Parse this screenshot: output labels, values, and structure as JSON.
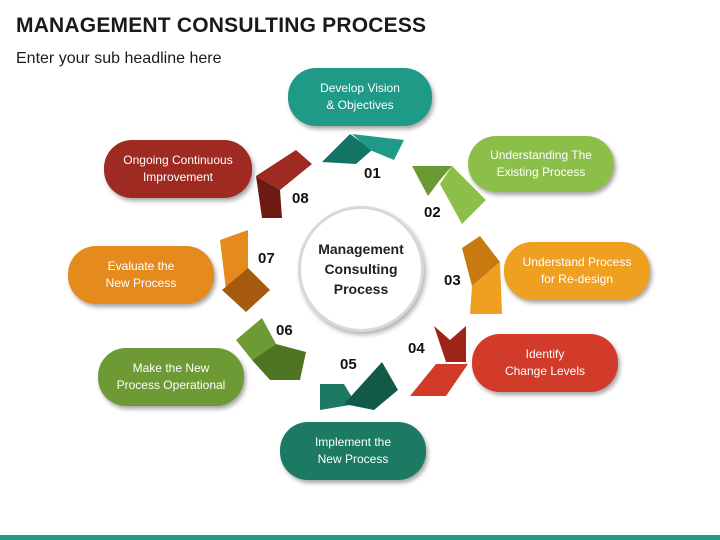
{
  "header": {
    "title": "MANAGEMENT CONSULTING PROCESS",
    "subtitle": "Enter your sub headline here"
  },
  "center": {
    "line1": "Management",
    "line2": "Consulting",
    "line3": "Process"
  },
  "steps": [
    {
      "number": "01",
      "line1": "Develop Vision",
      "line2": "& Objectives",
      "color": "#1e9a86",
      "dark": "#137466"
    },
    {
      "number": "02",
      "line1": "Understanding The",
      "line2": "Existing Process",
      "color": "#8cbf4a",
      "dark": "#6a9a33"
    },
    {
      "number": "03",
      "line1": "Understand Process",
      "line2": "for Re-design",
      "color": "#f0a020",
      "dark": "#c87a10"
    },
    {
      "number": "04",
      "line1": "Identify",
      "line2": "Change Levels",
      "color": "#d23a2a",
      "dark": "#9e2418"
    },
    {
      "number": "05",
      "line1": "Implement the",
      "line2": "New Process",
      "color": "#1d7a62",
      "dark": "#125a48"
    },
    {
      "number": "06",
      "line1": "Make the New",
      "line2": "Process Operational",
      "color": "#6e9a35",
      "dark": "#4e7524"
    },
    {
      "number": "07",
      "line1": "Evaluate the",
      "line2": "New Process",
      "color": "#e58a1c",
      "dark": "#a55a10"
    },
    {
      "number": "08",
      "line1": "Ongoing Continuous",
      "line2": "Improvement",
      "color": "#9e2a22",
      "dark": "#6e1a14"
    }
  ]
}
